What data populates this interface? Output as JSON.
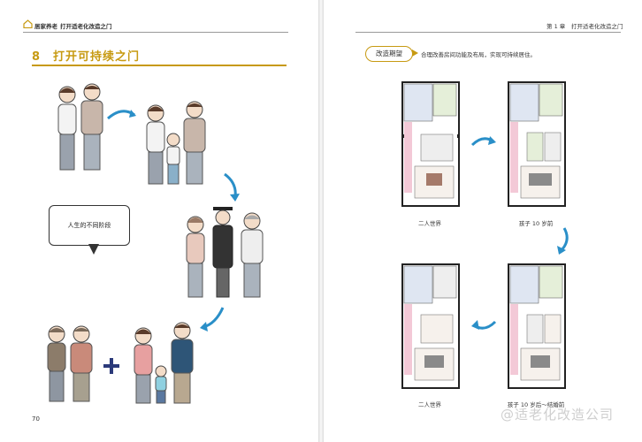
{
  "left_page": {
    "header": {
      "series": "居家养老",
      "chapter_title": "打开适老化改造之门"
    },
    "section_title": "8　打开可持续之门",
    "bubble_text": "人生的不同阶段",
    "page_number": "70"
  },
  "right_page": {
    "header": {
      "chapter": "第 1 章",
      "chapter_title": "打开适老化改造之门"
    },
    "pill_label": "改造期望",
    "intro_text": "合理改善房间功能及布局，实现可持续居住。",
    "captions": [
      "二人世界",
      "孩子 10 岁前",
      "二人世界",
      "孩子 10 岁后～结婚前"
    ],
    "watermark": "@适老化改造公司"
  },
  "colors": {
    "accent": "#c79a12",
    "arrow_blue": "#2a8fc8",
    "plus_navy": "#2b3a7a"
  },
  "icons": [
    "home-icon",
    "arrow-icon",
    "plus-icon"
  ]
}
